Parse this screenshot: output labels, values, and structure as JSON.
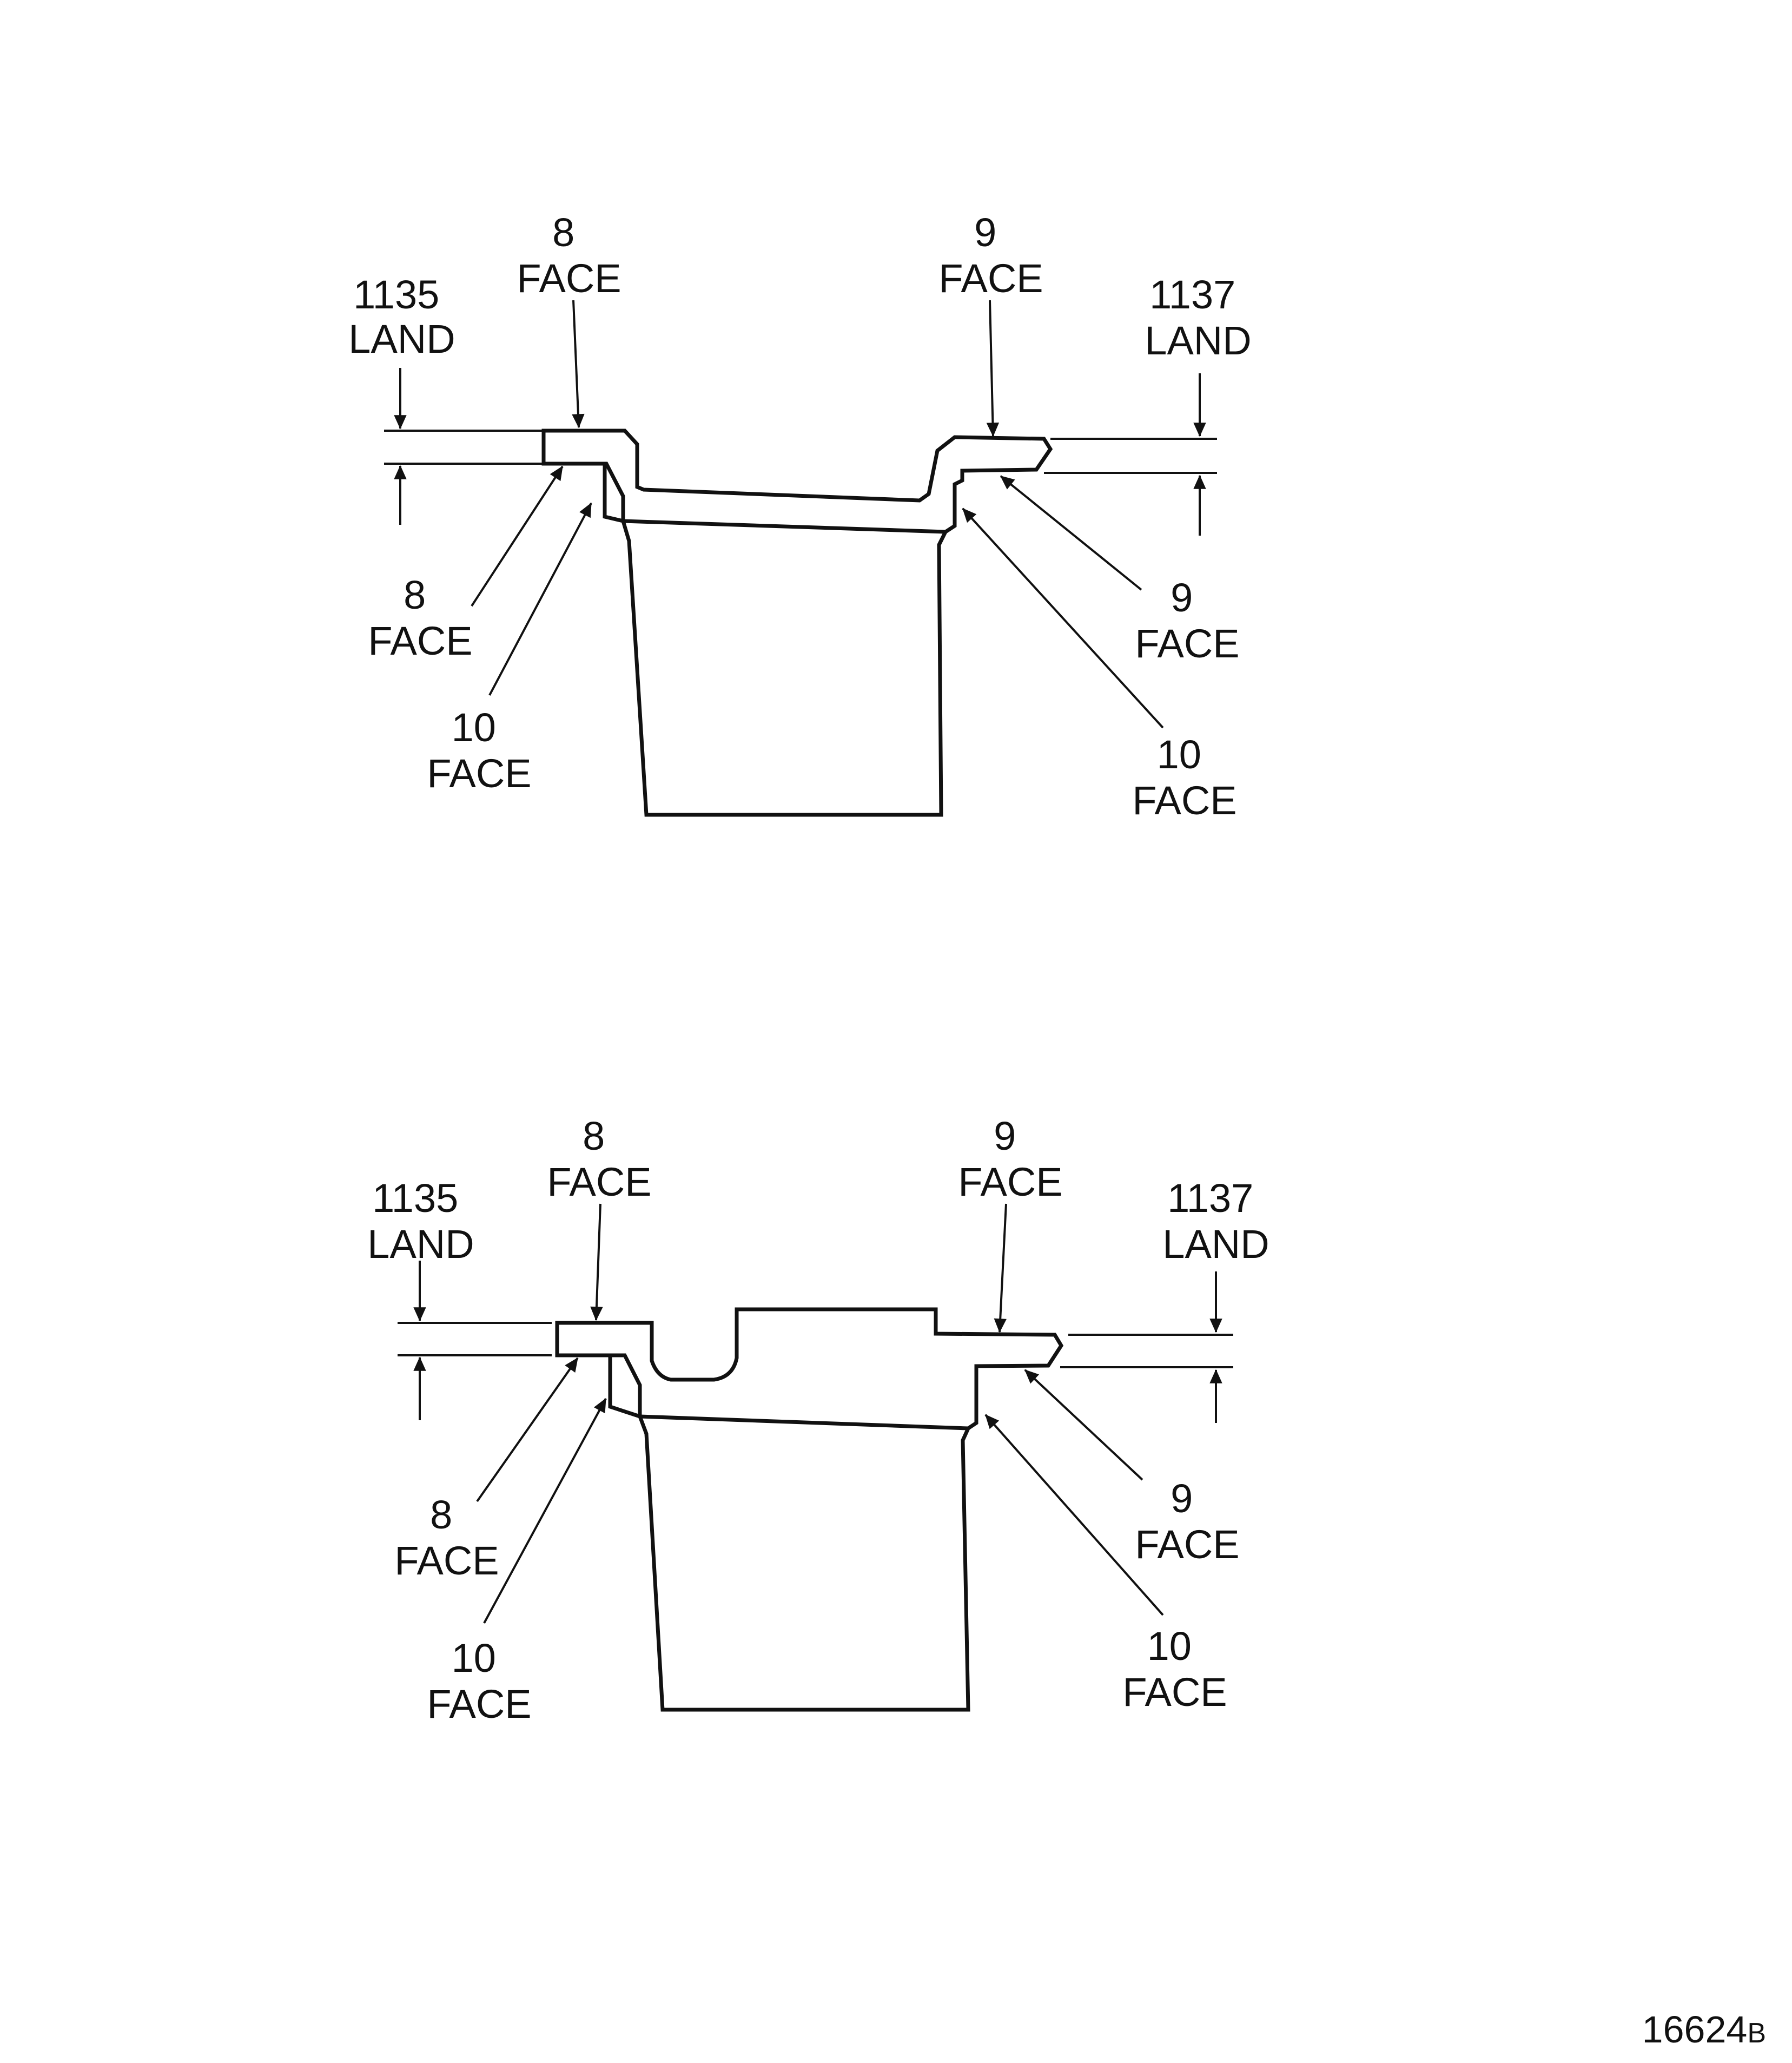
{
  "figure_number": {
    "main": "16624",
    "suffix": "B"
  },
  "top_view": {
    "label_8_face_top": {
      "number": "8",
      "word": "FACE"
    },
    "label_9_face_top": {
      "number": "9",
      "word": "FACE"
    },
    "label_1135_land": {
      "number": "1135",
      "word": "LAND"
    },
    "label_1137_land": {
      "number": "1137",
      "word": "LAND"
    },
    "label_8_face_bottom": {
      "number": "8",
      "word": "FACE"
    },
    "label_10_face_left": {
      "number": "10",
      "word": "FACE"
    },
    "label_9_face_bottom": {
      "number": "9",
      "word": "FACE"
    },
    "label_10_face_right": {
      "number": "10",
      "word": "FACE"
    }
  },
  "bottom_view": {
    "label_8_face_top": {
      "number": "8",
      "word": "FACE"
    },
    "label_9_face_top": {
      "number": "9",
      "word": "FACE"
    },
    "label_1135_land": {
      "number": "1135",
      "word": "LAND"
    },
    "label_1137_land": {
      "number": "1137",
      "word": "LAND"
    },
    "label_8_face_bottom": {
      "number": "8",
      "word": "FACE"
    },
    "label_10_face_left": {
      "number": "10",
      "word": "FACE"
    },
    "label_9_face_bottom": {
      "number": "9",
      "word": "FACE"
    },
    "label_10_face_right": {
      "number": "10",
      "word": "FACE"
    }
  }
}
